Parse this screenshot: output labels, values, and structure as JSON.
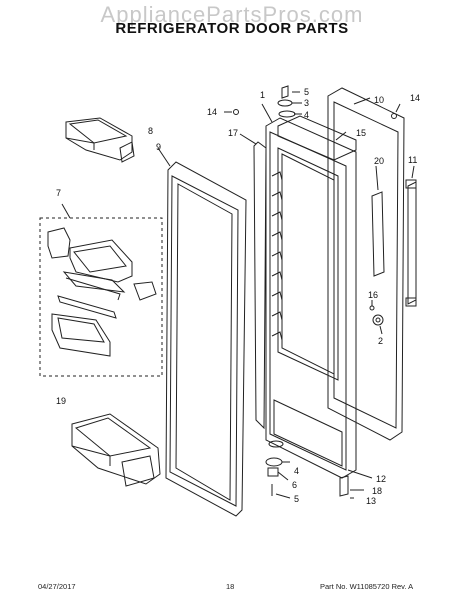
{
  "watermark": "AppliancePartsPros.com",
  "title": "REFRIGERATOR DOOR PARTS",
  "footer": {
    "date": "04/27/2017",
    "page": "18",
    "part_number": "Part No. W11085720 Rev. A"
  },
  "callouts": {
    "c1": "1",
    "c2": "2",
    "c3": "3",
    "c4a": "4",
    "c4b": "4",
    "c5a": "5",
    "c5b": "5",
    "c6": "6",
    "c7": "7",
    "c8": "8",
    "c9": "9",
    "c10": "10",
    "c11": "11",
    "c12": "12",
    "c13": "13",
    "c14a": "14",
    "c14b": "14",
    "c15": "15",
    "c16": "16",
    "c17": "17",
    "c18": "18",
    "c19": "19",
    "c20": "20"
  }
}
